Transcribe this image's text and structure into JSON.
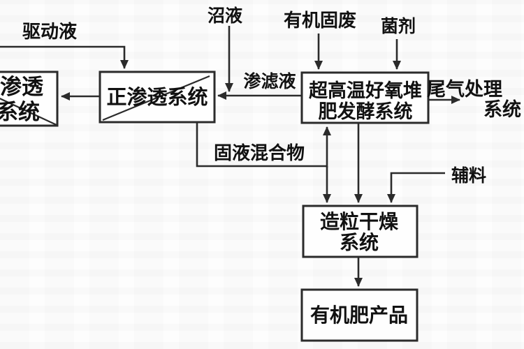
{
  "colors": {
    "line": "#2b2b2b",
    "text": "#111111",
    "background": "#fdfdfd"
  },
  "boxes": {
    "left_osmosis": {
      "line1": "渗透",
      "line2": "系统",
      "note_crossed_out": true
    },
    "forward_osmosis": {
      "label": "正渗透系统",
      "note_crossed_out": true
    },
    "compost": {
      "line1": "超高温好氧堆",
      "line2": "肥发酵系统"
    },
    "granulation": {
      "line1": "造粒干燥",
      "line2": "系统"
    },
    "product": {
      "label": "有机肥产品"
    }
  },
  "labels": {
    "driving_liquid": "驱动液",
    "biogas_slurry": "沼液",
    "organic_solid_waste": "有机固废",
    "bacteria_agent": "菌剂",
    "leachate": "渗滤液",
    "tail_gas_line1": "尾气处理",
    "tail_gas_line2": "系统",
    "solid_liquid_mixture": "固液混合物",
    "auxiliary_material": "辅料"
  },
  "edges": [
    "驱动液 -> 正渗透系统",
    "沼液 -> 渗滤液管线",
    "渗滤液: 超高温好氧堆肥发酵系统 -> 正渗透系统",
    "正渗透系统 -> 渗透系统(左侧)",
    "有机固废 -> 超高温好氧堆肥发酵系统",
    "菌剂 -> 超高温好氧堆肥发酵系统",
    "超高温好氧堆肥发酵系统 -> 尾气处理系统",
    "固液混合物: 正渗透系统 -> 超高温好氧堆肥发酵系统 / 造粒干燥系统",
    "超高温好氧堆肥发酵系统 -> 造粒干燥系统",
    "辅料 -> 造粒干燥系统",
    "造粒干燥系统 -> 有机肥产品"
  ]
}
